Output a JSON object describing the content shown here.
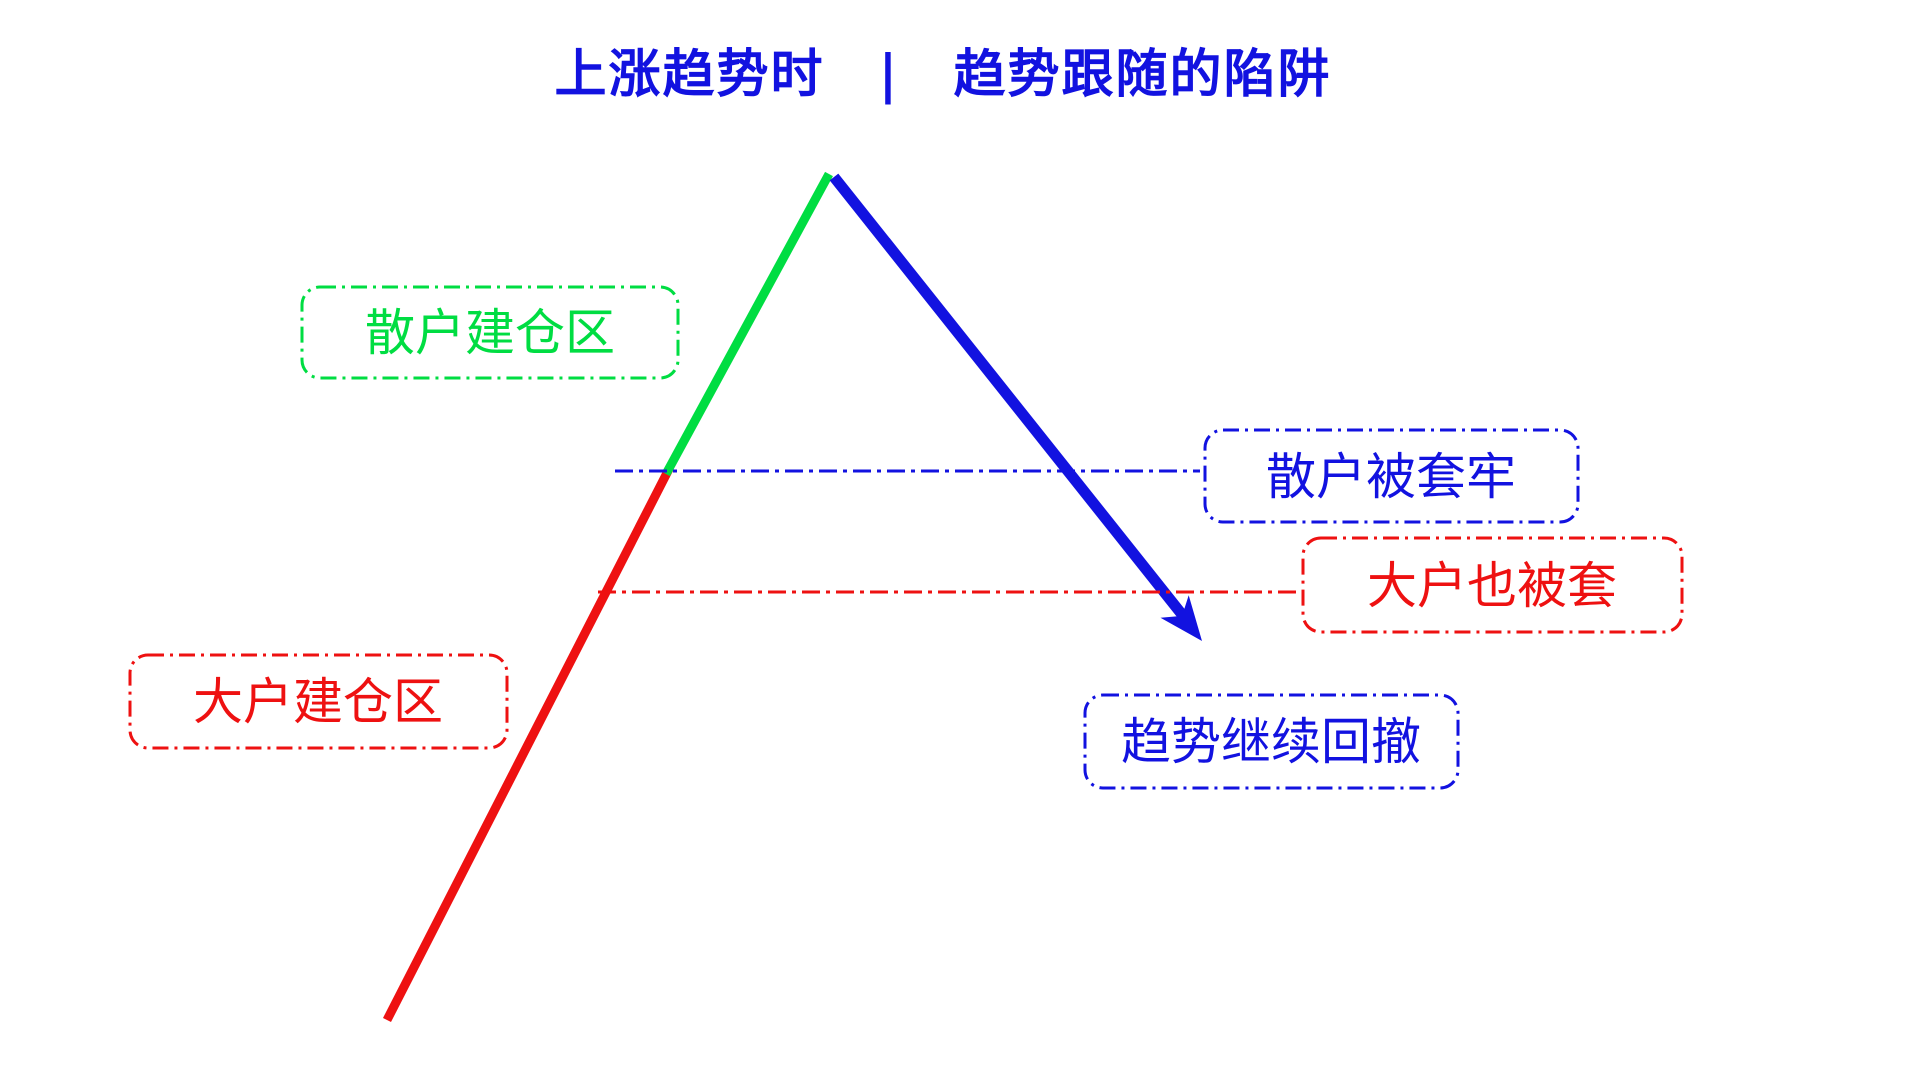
{
  "title": {
    "text": "上涨趋势时　|　趋势跟随的陷阱"
  },
  "colors": {
    "blue": "#1212e0",
    "green": "#00dd42",
    "red": "#ee1111"
  },
  "labels": {
    "retail_entry_zone": "散户建仓区",
    "retail_trapped": "散户被套牢",
    "whale_trapped": "大户也被套",
    "trend_retrace": "趋势继续回撤",
    "whale_entry_zone": "大户建仓区"
  }
}
